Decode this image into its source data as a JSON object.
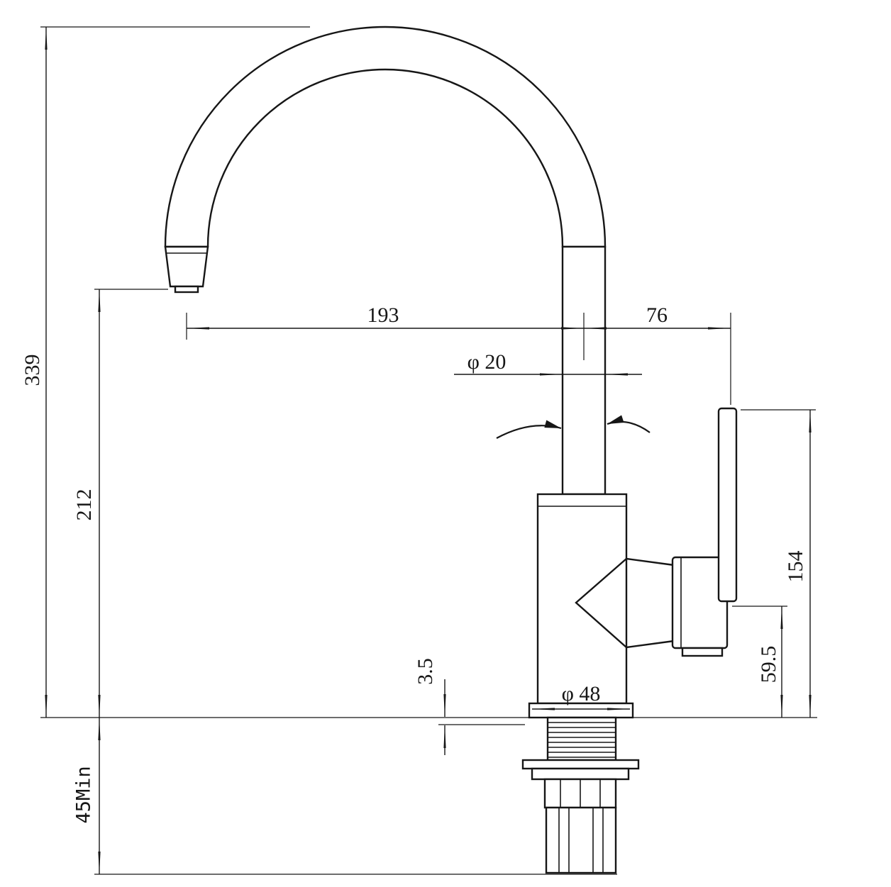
{
  "page": {
    "background": "#ffffff",
    "line_color": "#161616"
  },
  "drawing": {
    "kind": "technical-drawing",
    "subject": "single-lever kitchen faucet, side elevation with dimensions",
    "dimensions": {
      "overall_height": "339",
      "outlet_height": "212",
      "min_clearance": "45Min",
      "spout_reach": "193",
      "handle_offset": "76",
      "pipe_diameter": "φ 20",
      "base_diameter": "φ 48",
      "deck_thickness": "3.5",
      "outlet_center_height": "59.5",
      "handle_height": "154"
    }
  }
}
